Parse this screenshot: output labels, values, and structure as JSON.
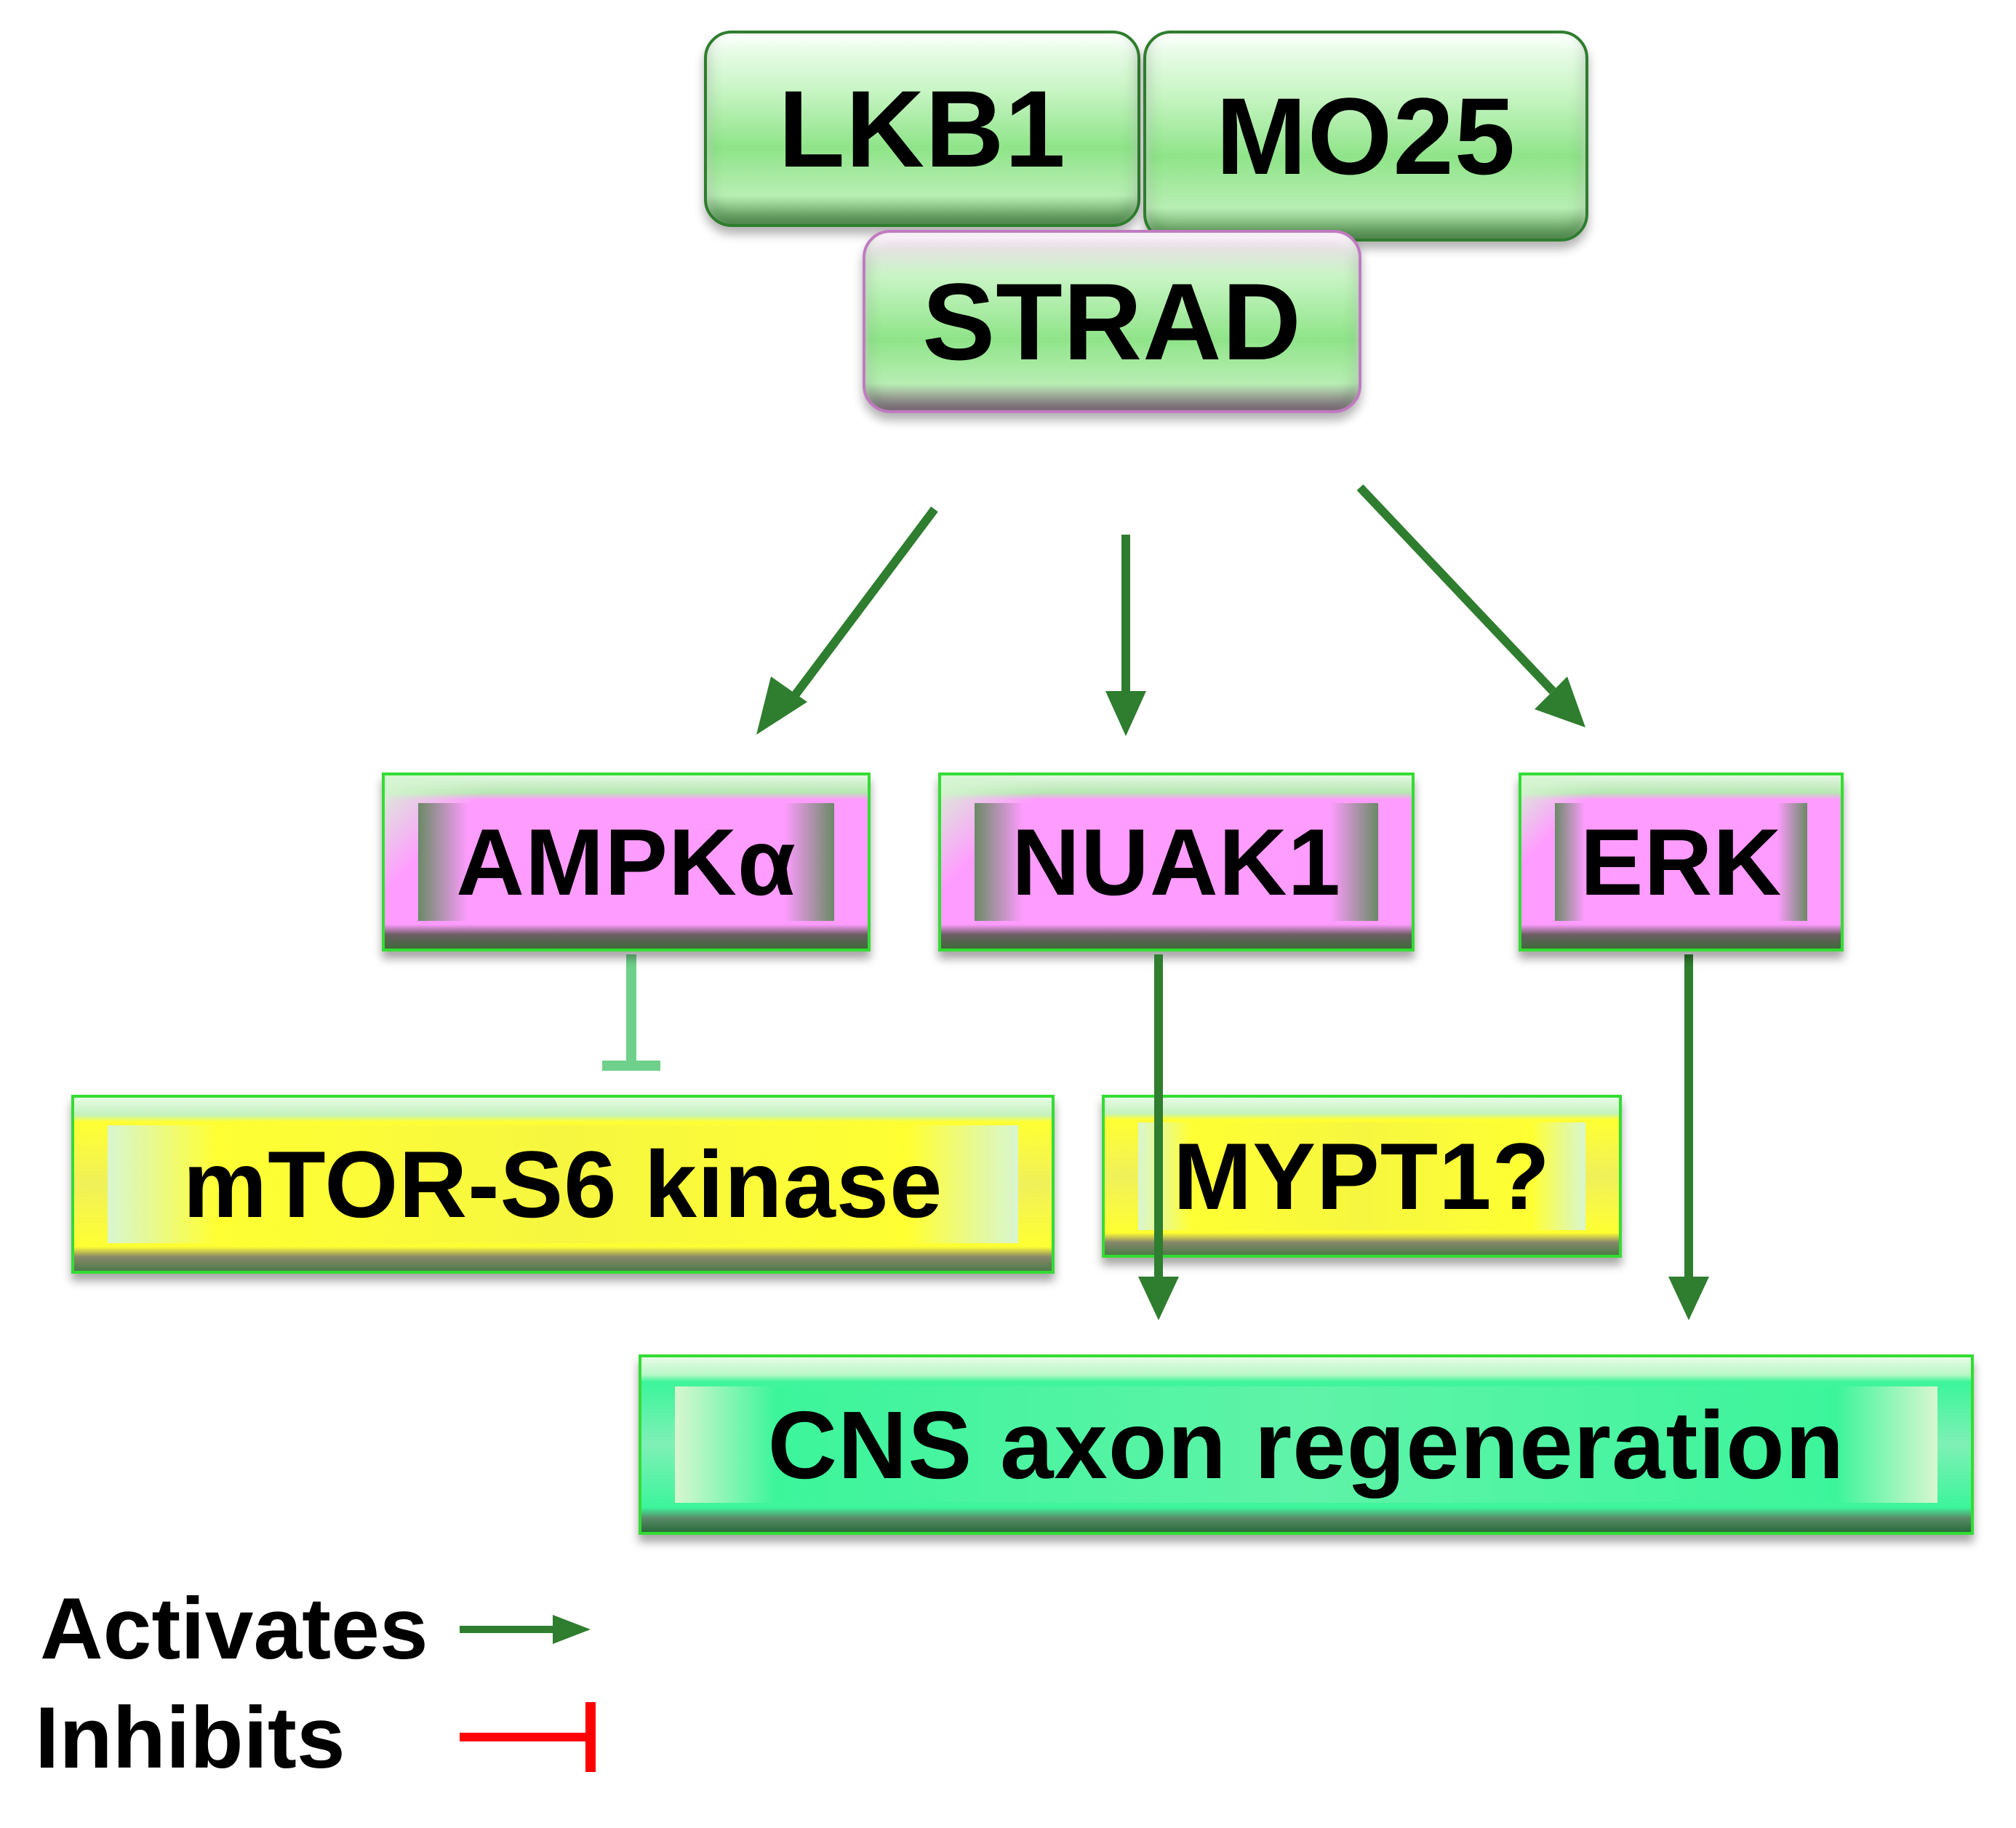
{
  "nodes": {
    "lkb1": "LKB1",
    "mo25": "MO25",
    "strad": "STRAD",
    "ampk": "AMPKα",
    "nuak1": "NUAK1",
    "erk": "ERK",
    "mtor": "mTOR-S6 kinase",
    "mypt1": "MYPT1?",
    "cns": "CNS axon regeneration"
  },
  "legend": {
    "activates": "Activates",
    "inhibits": "Inhibits"
  },
  "colors": {
    "activate_arrow": "#2f7d2f",
    "inhibit_arrow_legend": "#ff0000",
    "inhibit_arrow_diagram": "#6fd08a"
  }
}
